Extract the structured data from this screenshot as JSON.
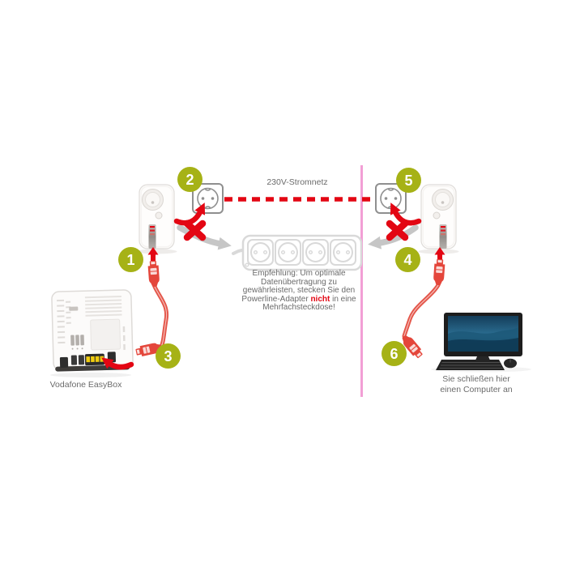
{
  "steps": [
    "1",
    "2",
    "3",
    "4",
    "5",
    "6"
  ],
  "labels": {
    "power_network": "230V-Stromnetz",
    "easybox": "Vodafone EasyBox",
    "computer_line1": "Sie schließen hier",
    "computer_line2": "einen Computer an"
  },
  "recommendation": {
    "line1": "Empfehlung: Um optimale",
    "line2": "Datenübertragung zu",
    "line3": "gewährleisten, stecken Sie den",
    "line4_before": "Powerline-Adapter ",
    "line4_highlight": "nicht",
    "line4_after": " in eine",
    "line5": "Mehrfachsteckdose!"
  },
  "icons": {
    "cross-icon": "✖",
    "curved-arrow-icon": "↷",
    "gray-arrow-icon": "↘",
    "up-arrow-icon": "▲",
    "dashed-power-line": "▪▪▪▪"
  },
  "colors": {
    "step_badge_green": "#A6B216",
    "alert_red": "#E30613",
    "cable_red": "#E4564A",
    "divider_pink": "#F29FD5",
    "arrow_gray": "#C6C6C6",
    "text_gray": "#6B6B6B",
    "lan_port_yellow": "#F0CC10",
    "screen_blue": "#2C6F94"
  }
}
